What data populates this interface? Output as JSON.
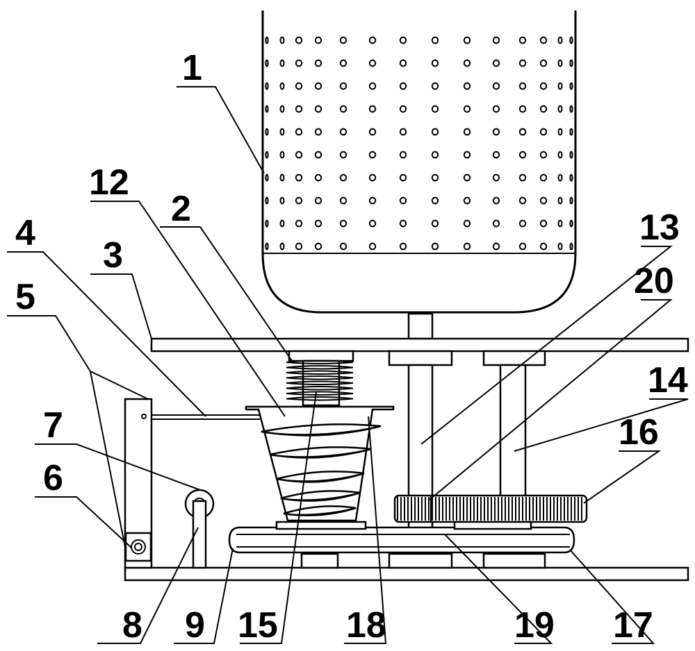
{
  "diagram": {
    "labels": [
      {
        "id": "1",
        "text": "1"
      },
      {
        "id": "2",
        "text": "2"
      },
      {
        "id": "3",
        "text": "3"
      },
      {
        "id": "4",
        "text": "4"
      },
      {
        "id": "5",
        "text": "5"
      },
      {
        "id": "6",
        "text": "6"
      },
      {
        "id": "7",
        "text": "7"
      },
      {
        "id": "8",
        "text": "8"
      },
      {
        "id": "9",
        "text": "9"
      },
      {
        "id": "12",
        "text": "12"
      },
      {
        "id": "13",
        "text": "13"
      },
      {
        "id": "14",
        "text": "14"
      },
      {
        "id": "15",
        "text": "15"
      },
      {
        "id": "16",
        "text": "16"
      },
      {
        "id": "17",
        "text": "17"
      },
      {
        "id": "18",
        "text": "18"
      },
      {
        "id": "19",
        "text": "19"
      },
      {
        "id": "20",
        "text": "20"
      }
    ],
    "colors": {
      "line": "#000000",
      "background": "#ffffff"
    }
  }
}
